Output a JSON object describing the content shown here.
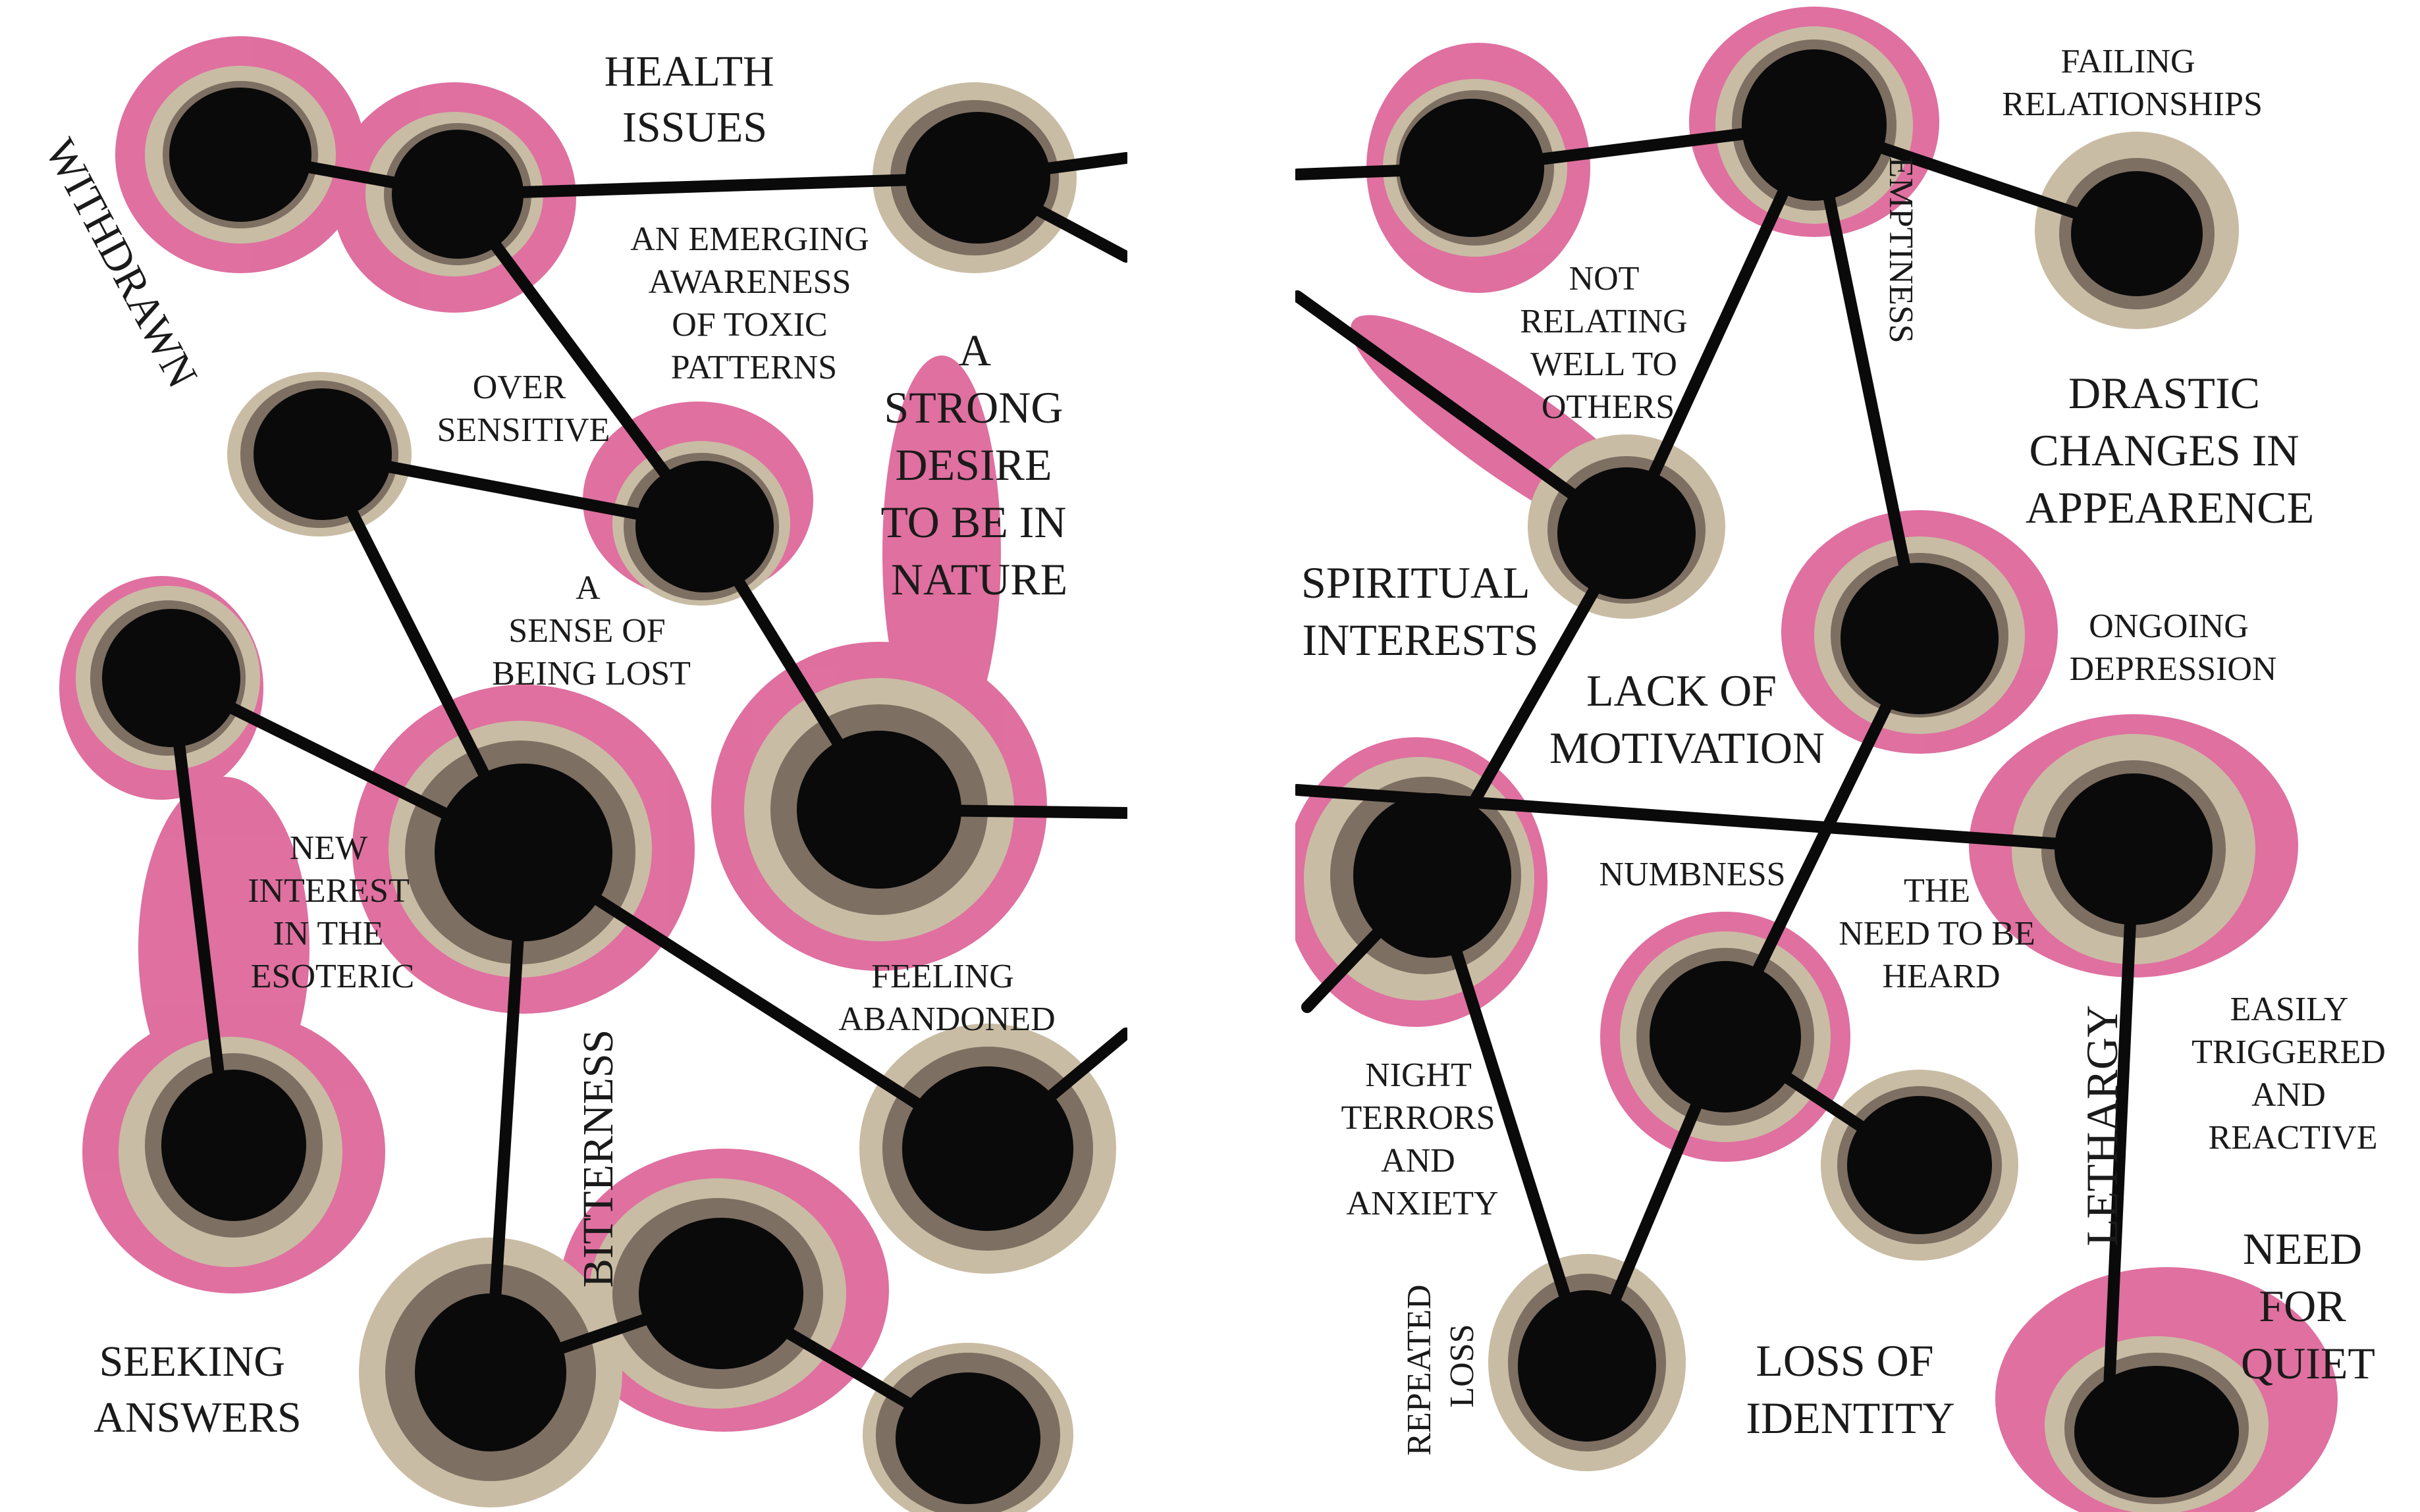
{
  "colors": {
    "pink": "#d9578f",
    "tan": "#c9bca4",
    "taupe": "#7d6f62",
    "ink": "#0a0a0a",
    "paper": "#ffffff"
  },
  "labels": {
    "health_issues": [
      "HEALTH",
      "ISSUES"
    ],
    "withdrawn": "WITHDRAWN",
    "emerging_awareness": [
      "AN EMERGING",
      "AWARENESS",
      "OF TOXIC",
      "PATTERNS"
    ],
    "over_sensitive": [
      "OVER",
      "SENSITIVE"
    ],
    "strong_desire": [
      "A",
      "STRONG",
      "DESIRE",
      "TO BE IN",
      "NATURE"
    ],
    "sense_of_lost": [
      "A",
      "SENSE OF",
      "BEING LOST"
    ],
    "new_interest": [
      "NEW",
      "INTEREST",
      "IN THE",
      "ESOTERIC"
    ],
    "feeling_abandoned": [
      "FEELING",
      "ABANDONED"
    ],
    "bitterness": "BITTERNESS",
    "seeking_answers": [
      "SEEKING",
      "ANSWERS"
    ],
    "failing_relationships": [
      "FAILING",
      "RELATIONSHIPS"
    ],
    "not_relating": [
      "NOT",
      "RELATING",
      "WELL TO",
      "OTHERS"
    ],
    "emptiness": "EMPTINESS",
    "drastic_changes": [
      "DRASTIC",
      "CHANGES IN",
      "APPEARENCE"
    ],
    "spiritual_interests": [
      "SPIRITUAL",
      "INTERESTS"
    ],
    "lack_of_motivation": [
      "LACK OF",
      "MOTIVATION"
    ],
    "ongoing_depression": [
      "ONGOING",
      "DEPRESSION"
    ],
    "numbness": "NUMBNESS",
    "need_to_be_heard": [
      "THE",
      "NEED TO BE",
      "HEARD"
    ],
    "easily_triggered": [
      "EASILY",
      "TRIGGERED",
      "AND",
      "REACTIVE"
    ],
    "night_terrors": [
      "NIGHT",
      "TERRORS",
      "AND",
      "ANXIETY"
    ],
    "lethargy": "LETHARGY",
    "need_for_quiet": [
      "NEED",
      "FOR",
      "QUIET"
    ],
    "repeated_loss": [
      "REPEATED",
      "LOSS"
    ],
    "loss_of_identity": [
      "LOSS OF",
      "IDENTITY"
    ]
  }
}
